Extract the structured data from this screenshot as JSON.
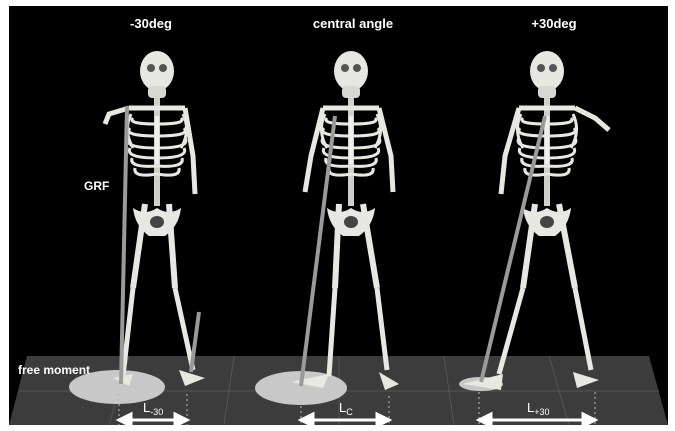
{
  "panels": [
    {
      "title": "-30deg",
      "distance_label": {
        "main": "L",
        "sub": "-30"
      }
    },
    {
      "title": "central angle",
      "distance_label": {
        "main": "L",
        "sub": "C"
      }
    },
    {
      "title": "+30deg",
      "distance_label": {
        "main": "L",
        "sub": "+30"
      }
    }
  ],
  "annotations": {
    "grf": "GRF",
    "free_moment": "free moment"
  },
  "colors": {
    "background": "#000000",
    "floor": "#3c3c3c",
    "bone": "#e8e8e2",
    "force_vector": "#9a9a9a",
    "moment_disk": "#c8c8c8",
    "text": "#ffffff"
  }
}
